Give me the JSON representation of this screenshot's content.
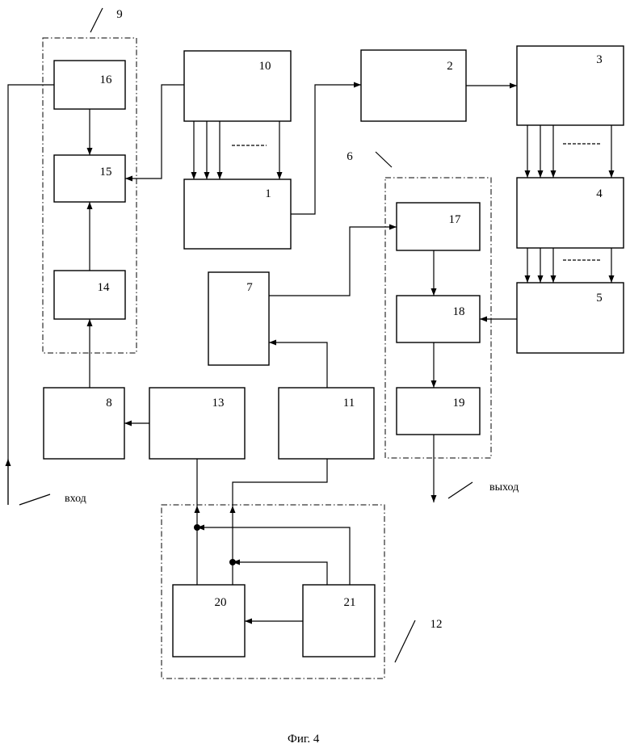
{
  "blocks": {
    "b1": "1",
    "b2": "2",
    "b3": "3",
    "b4": "4",
    "b5": "5",
    "b7": "7",
    "b8": "8",
    "b10": "10",
    "b11": "11",
    "b13": "13",
    "b14": "14",
    "b15": "15",
    "b16": "16",
    "b17": "17",
    "b18": "18",
    "b19": "19",
    "b20": "20",
    "b21": "21"
  },
  "groups": {
    "g6": "6",
    "g9": "9",
    "g12": "12"
  },
  "io": {
    "input_label": "вход",
    "output_label": "выход"
  },
  "caption": "Фиг. 4"
}
